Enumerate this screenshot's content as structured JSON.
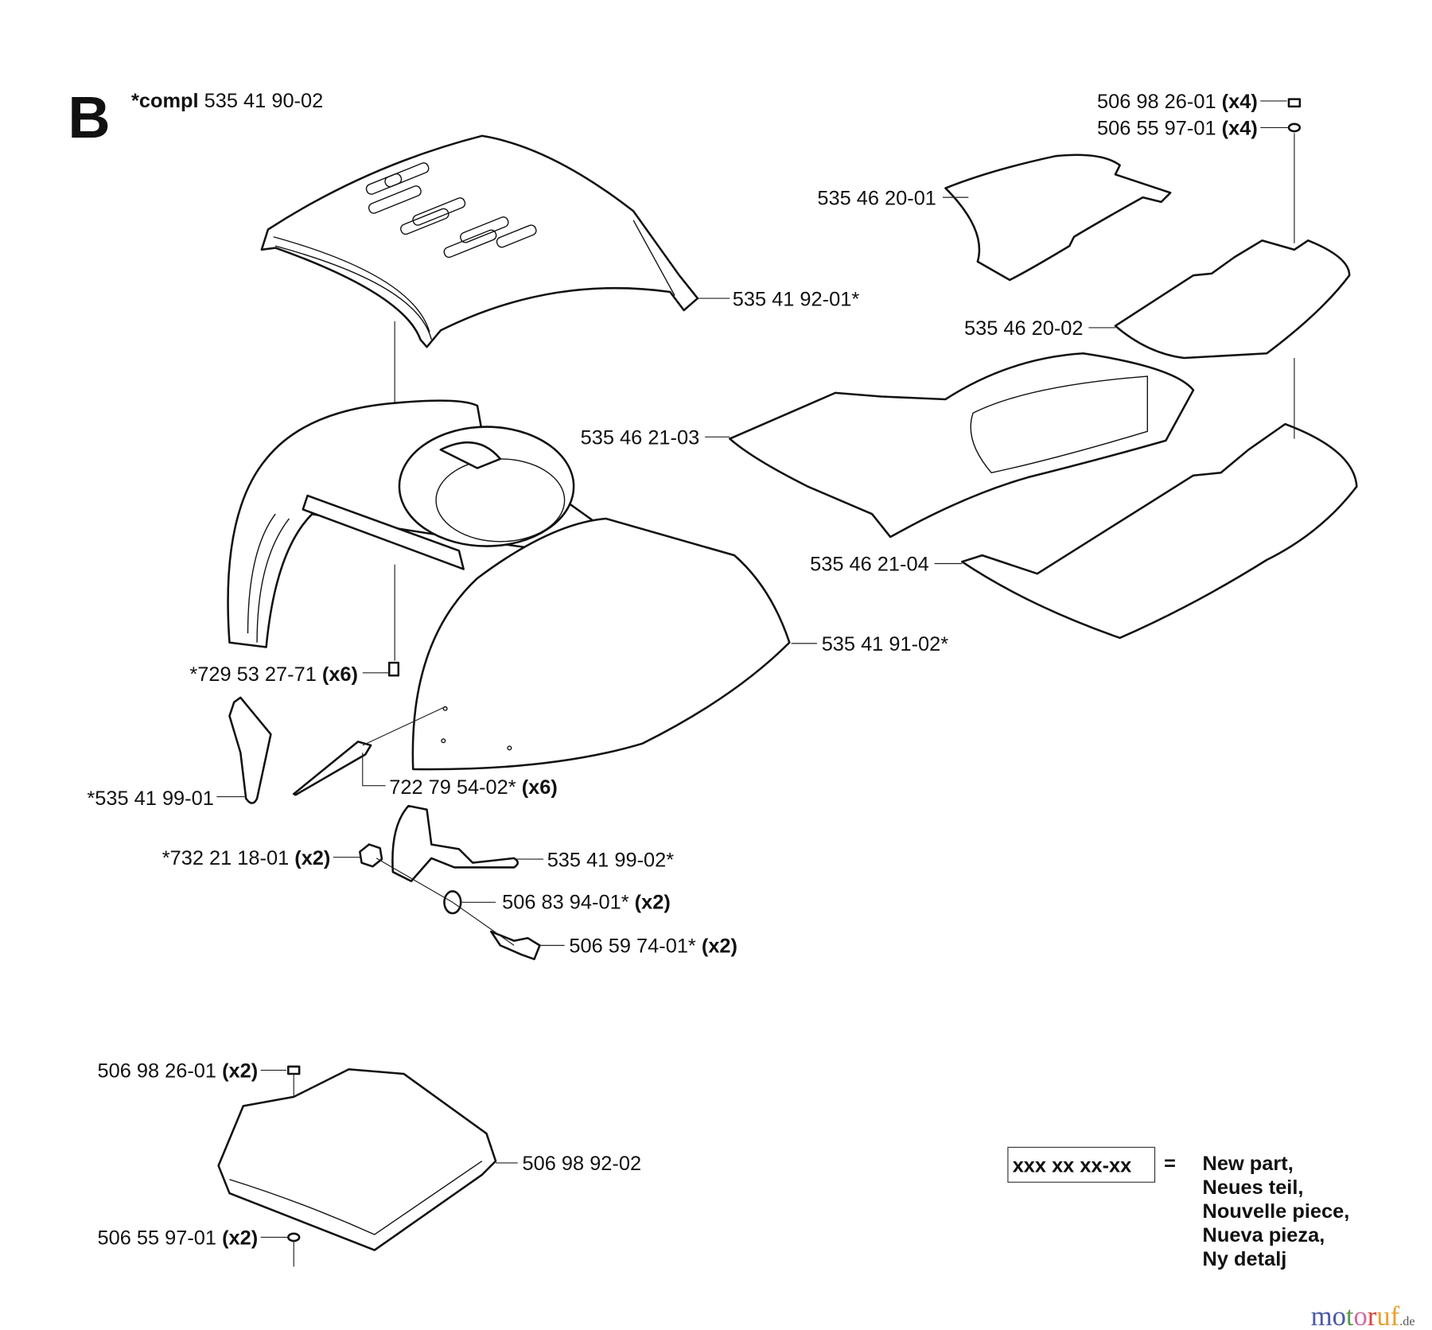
{
  "section": {
    "letter": "B",
    "compl_prefix": "*compl",
    "compl_number": "535 41 90-02"
  },
  "labels": [
    {
      "number": "535 41 92-01*",
      "qty": ""
    },
    {
      "number": "*729 53 27-71",
      "qty": "(x6)"
    },
    {
      "number": "*535 41 99-01",
      "qty": ""
    },
    {
      "number": "722 79 54-02*",
      "qty": "(x6)"
    },
    {
      "number": "*732 21 18-01",
      "qty": "(x2)"
    },
    {
      "number": "535 41 99-02*",
      "qty": ""
    },
    {
      "number": "506 83 94-01*",
      "qty": "(x2)"
    },
    {
      "number": "506 59 74-01*",
      "qty": "(x2)"
    },
    {
      "number": "535 41 91-02*",
      "qty": ""
    },
    {
      "number": "506 98 26-01",
      "qty": "(x4)"
    },
    {
      "number": "506 55 97-01",
      "qty": "(x4)"
    },
    {
      "number": "535 46 20-01",
      "qty": ""
    },
    {
      "number": "535 46 20-02",
      "qty": ""
    },
    {
      "number": "535 46 21-03",
      "qty": ""
    },
    {
      "number": "535 46 21-04",
      "qty": ""
    },
    {
      "number": "506 98 26-01",
      "qty": "(x2)"
    },
    {
      "number": "506 98 92-02",
      "qty": ""
    },
    {
      "number": "506 55 97-01",
      "qty": "(x2)"
    }
  ],
  "legend": {
    "placeholder": "xxx xx xx-xx",
    "equals": "=",
    "lines": [
      "New part,",
      "Neues teil,",
      "Nouvelle piece,",
      "Nueva pieza,",
      "Ny detalj"
    ]
  },
  "watermark": "motoruf.de"
}
